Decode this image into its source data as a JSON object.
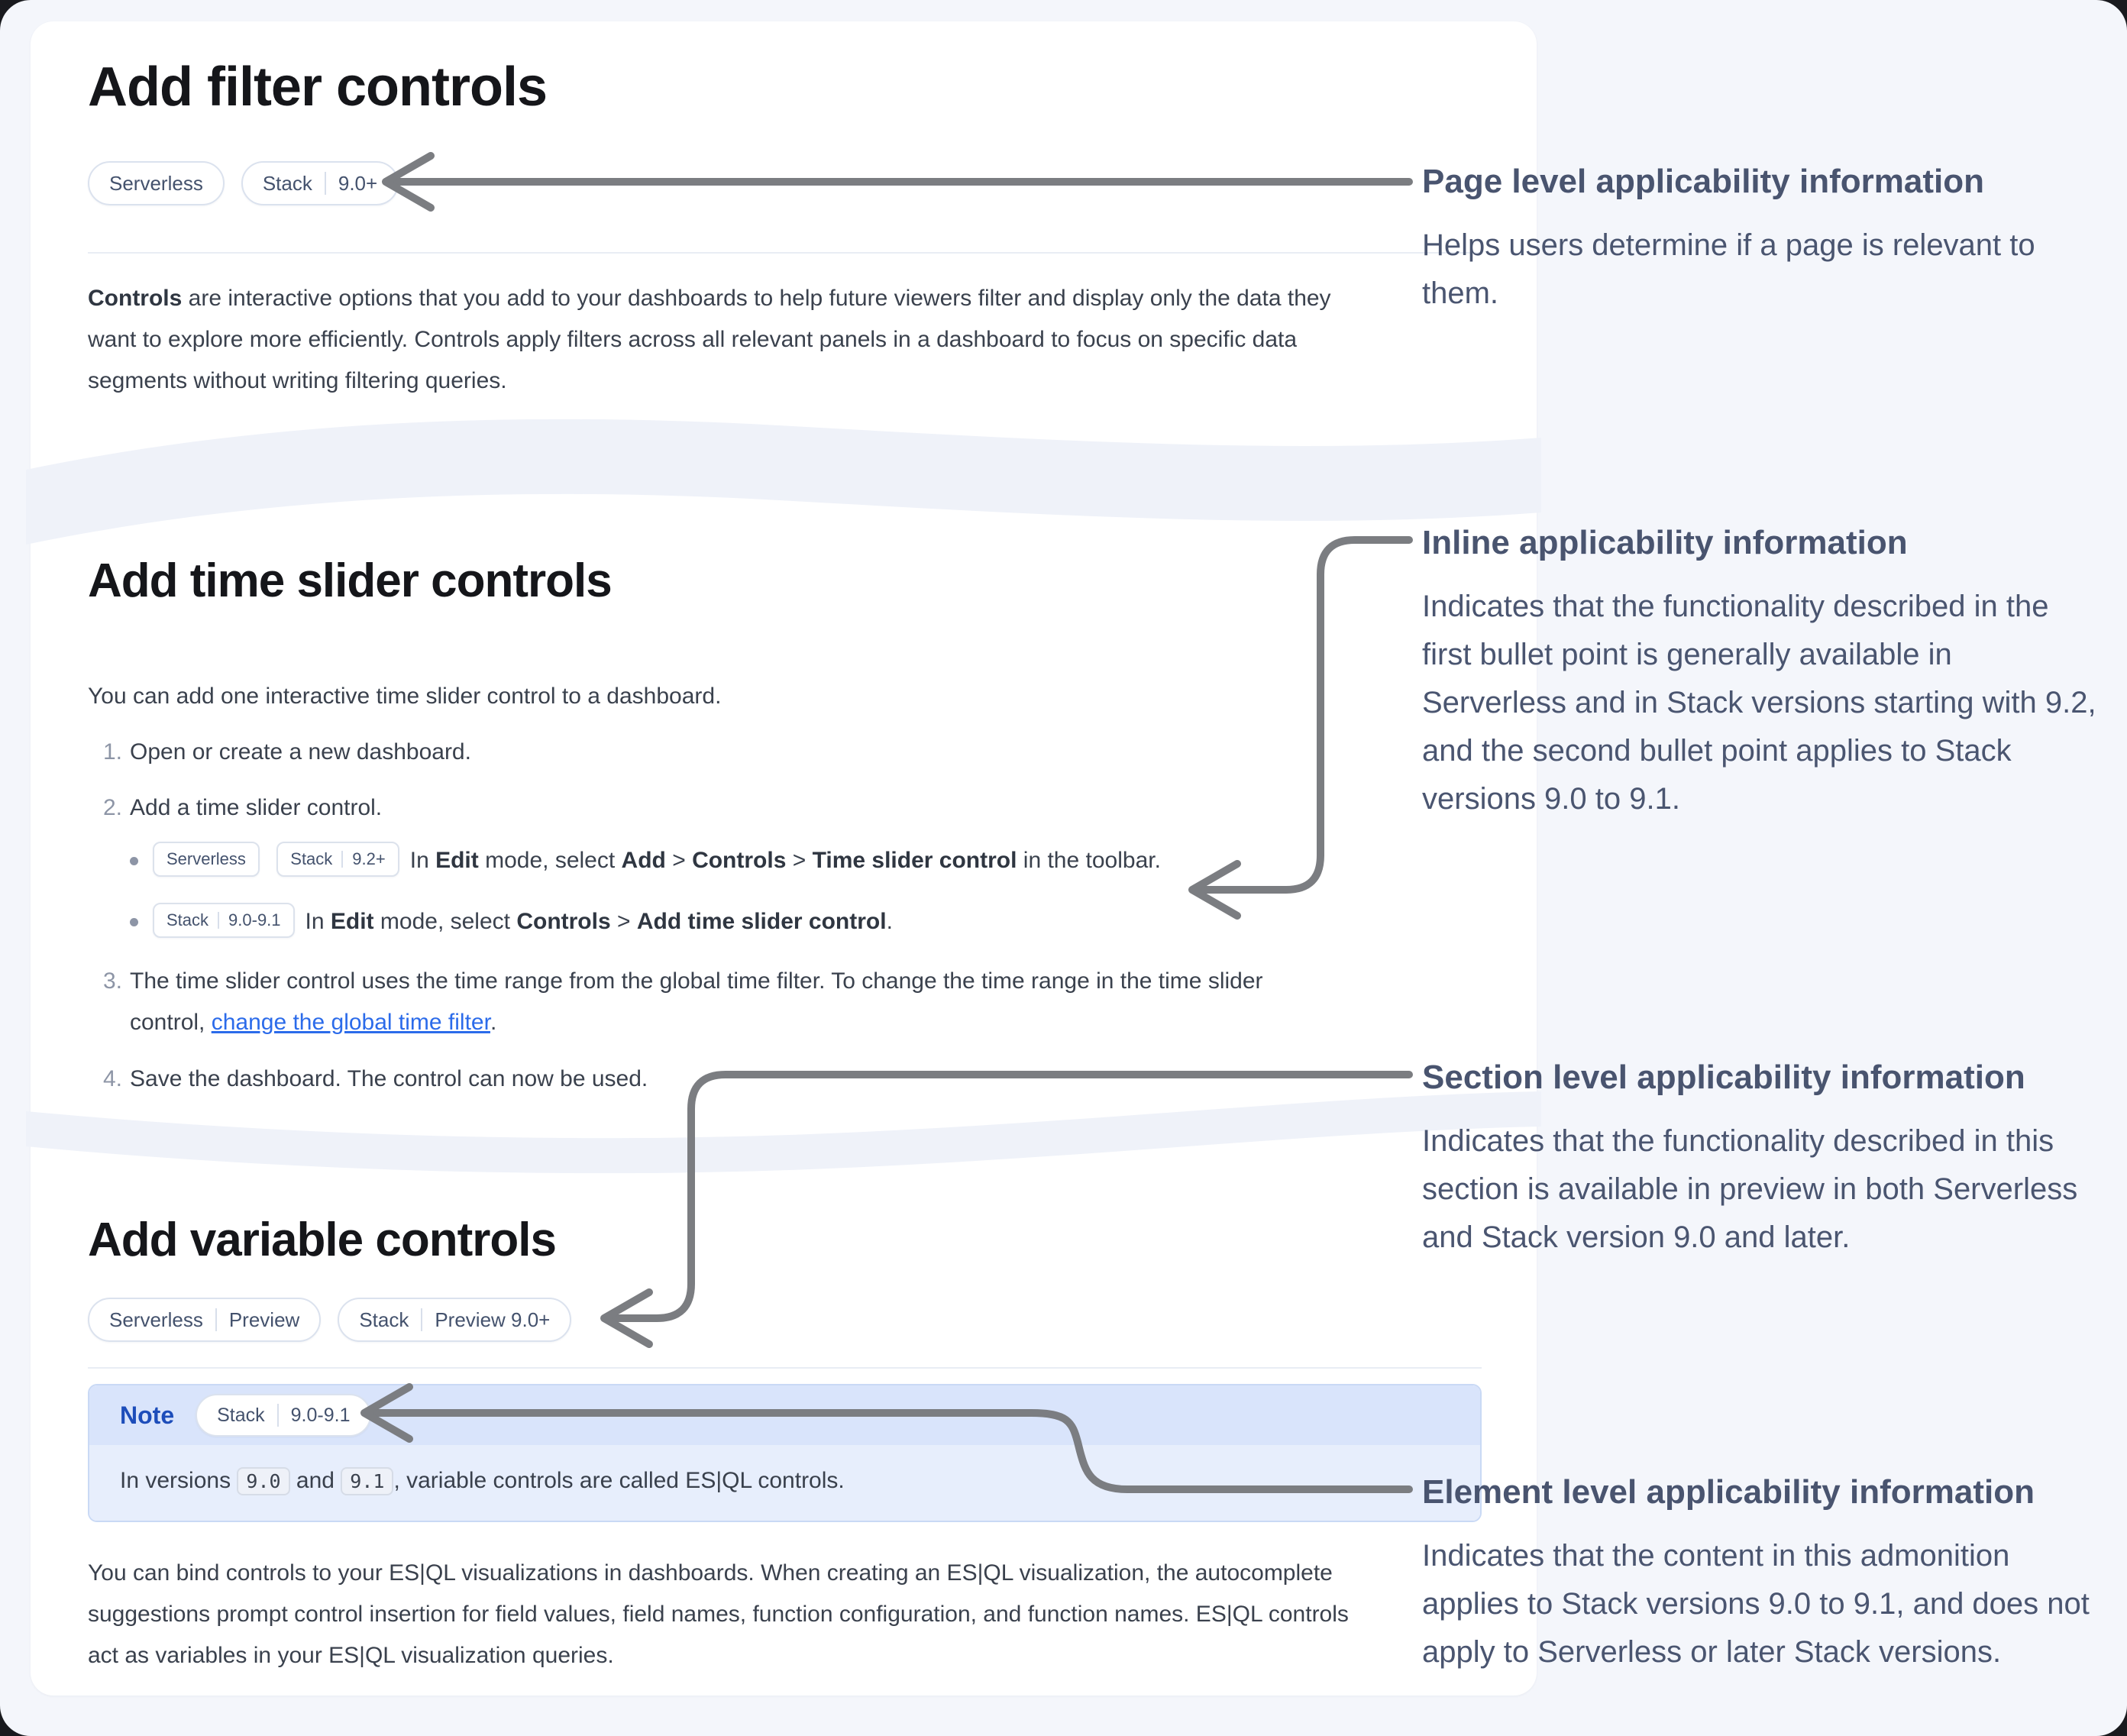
{
  "cards": {
    "filter": {
      "title": "Add filter controls",
      "badges": [
        {
          "segments": [
            "Serverless"
          ]
        },
        {
          "segments": [
            "Stack",
            "9.0+"
          ]
        }
      ],
      "paragraph": {
        "parts": [
          {
            "text": "Controls",
            "bold": true
          },
          {
            "text": " are interactive options that you add to your dashboards to help future viewers filter and display only the data they want to explore more efficiently. Controls apply filters across all relevant panels in a dashboard to focus on specific data segments without writing filtering queries."
          }
        ]
      }
    },
    "time_slider": {
      "title": "Add time slider controls",
      "intro": "You can add one interactive time slider control to a dashboard.",
      "steps": [
        {
          "number": "1.",
          "text": "Open or create a new dashboard."
        },
        {
          "number": "2.",
          "text": "Add a time slider control."
        },
        {
          "number": "3.",
          "parts": [
            {
              "text": "The time slider control uses the time range from the global time filter. To change the time range in the time slider control, "
            },
            {
              "text": "change the global time filter",
              "link": true
            },
            {
              "text": "."
            }
          ]
        },
        {
          "number": "4.",
          "text": "Save the dashboard. The control can now be used."
        }
      ],
      "bullets": [
        {
          "badges": [
            {
              "segments": [
                "Serverless"
              ]
            },
            {
              "segments": [
                "Stack",
                "9.2+"
              ]
            }
          ],
          "parts": [
            {
              "text": "In "
            },
            {
              "text": "Edit",
              "bold": true
            },
            {
              "text": " mode, select "
            },
            {
              "text": "Add",
              "bold": true
            },
            {
              "text": " > "
            },
            {
              "text": "Controls",
              "bold": true
            },
            {
              "text": " > "
            },
            {
              "text": "Time slider control",
              "bold": true
            },
            {
              "text": " in the toolbar."
            }
          ]
        },
        {
          "badges": [
            {
              "segments": [
                "Stack",
                "9.0-9.1"
              ]
            }
          ],
          "parts": [
            {
              "text": "In "
            },
            {
              "text": "Edit",
              "bold": true
            },
            {
              "text": " mode, select "
            },
            {
              "text": "Controls",
              "bold": true
            },
            {
              "text": " > "
            },
            {
              "text": "Add time slider control",
              "bold": true
            },
            {
              "text": "."
            }
          ]
        }
      ]
    },
    "variable": {
      "title": "Add variable controls",
      "badges": [
        {
          "segments": [
            "Serverless",
            "Preview"
          ]
        },
        {
          "segments": [
            "Stack",
            "Preview 9.0+"
          ]
        }
      ],
      "note": {
        "label": "Note",
        "badge": {
          "segments": [
            "Stack",
            "9.0-9.1"
          ]
        },
        "parts": [
          {
            "text": "In versions "
          },
          {
            "text": "9.0",
            "code": true
          },
          {
            "text": " and "
          },
          {
            "text": "9.1",
            "code": true
          },
          {
            "text": ", variable controls are called ES|QL controls."
          }
        ]
      },
      "paragraph": "You can bind controls to your ES|QL visualizations in dashboards. When creating an ES|QL visualization, the autocomplete suggestions prompt control insertion for field values, field names, function configuration, and function names. ES|QL controls act as variables in your ES|QL visualization queries."
    }
  },
  "annotations": [
    {
      "title": "Page level applicability information",
      "body": "Helps users determine if a page is relevant to them."
    },
    {
      "title": "Inline applicability information",
      "body": "Indicates that the functionality described in the first bullet point is generally available in Serverless and in Stack versions starting with 9.2, and the second bullet point applies to Stack versions 9.0 to 9.1."
    },
    {
      "title": "Section level applicability information",
      "body": "Indicates that the functionality described in this section is available in preview in both Serverless and Stack version 9.0 and later."
    },
    {
      "title": "Element level applicability information",
      "body": "Indicates that the content in this admonition applies to Stack versions 9.0 to 9.1, and does not apply to Serverless or later Stack versions."
    }
  ],
  "colors": {
    "page_bg": "#f4f6fb",
    "card_bg": "#ffffff",
    "wave_band": "#eff2f9",
    "link": "#2b6bea",
    "note_label": "#1d4dba",
    "note_header_bg": "#d9e4fb",
    "note_body_bg": "#e7eefc",
    "badge_text": "#44526d",
    "arrow": "#7b7d81"
  }
}
